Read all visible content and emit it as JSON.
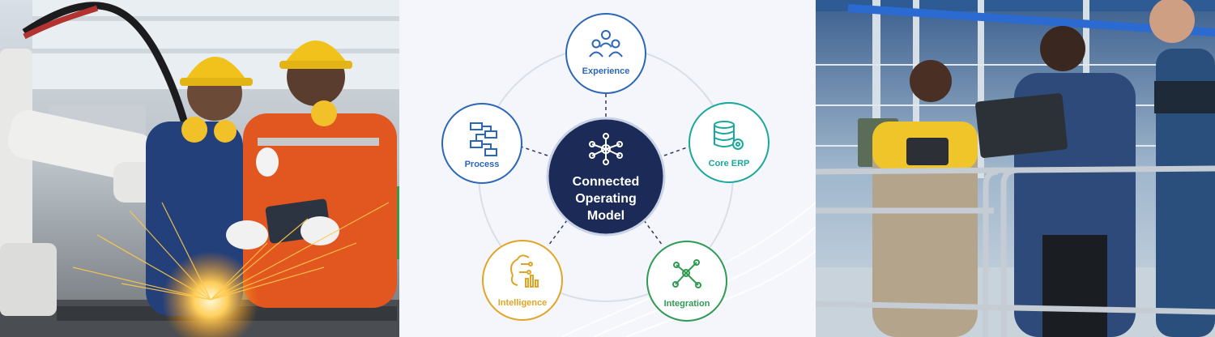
{
  "diagram": {
    "center": {
      "lines": [
        "Connected",
        "Operating",
        "Model"
      ]
    },
    "nodes": [
      {
        "id": "experience",
        "label": "Experience",
        "icon": "people-icon",
        "color": "#2c66b8"
      },
      {
        "id": "core-erp",
        "label": "Core ERP",
        "icon": "database-gear-icon",
        "color": "#19a89b"
      },
      {
        "id": "integration",
        "label": "Integration",
        "icon": "network-icon",
        "color": "#2f9a53"
      },
      {
        "id": "intelligence",
        "label": "Intelligence",
        "icon": "brain-chart-icon",
        "color": "#e0a526"
      },
      {
        "id": "process",
        "label": "Process",
        "icon": "flowchart-icon",
        "color": "#2c66b8"
      }
    ],
    "center_color": "#1b2a57"
  },
  "photos": {
    "left": {
      "subject": "welding-robot-workers"
    },
    "right": {
      "subject": "factory-team-laptop"
    }
  }
}
